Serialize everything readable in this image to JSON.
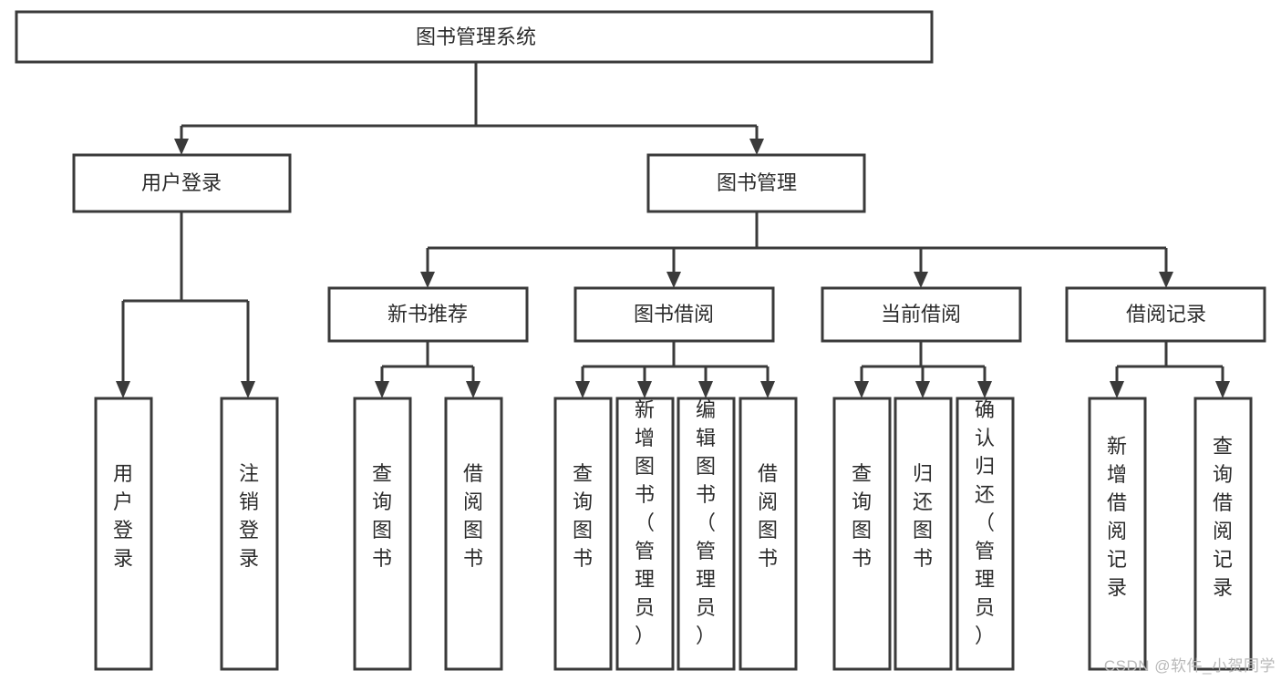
{
  "diagram": {
    "type": "tree-hierarchy-chart",
    "title": "图书管理系统",
    "watermark": "CSDN @软件_小贺同学",
    "levels": [
      {
        "level": 1,
        "nodes": [
          {
            "id": "root",
            "label": "图书管理系统",
            "orientation": "horizontal"
          }
        ]
      },
      {
        "level": 2,
        "nodes": [
          {
            "id": "user-login",
            "label": "用户登录",
            "orientation": "horizontal",
            "parent": "root"
          },
          {
            "id": "book-manage",
            "label": "图书管理",
            "orientation": "horizontal",
            "parent": "root"
          }
        ]
      },
      {
        "level": 3,
        "nodes": [
          {
            "id": "new-book-rec",
            "label": "新书推荐",
            "orientation": "horizontal",
            "parent": "book-manage"
          },
          {
            "id": "book-borrow",
            "label": "图书借阅",
            "orientation": "horizontal",
            "parent": "book-manage"
          },
          {
            "id": "current-borrow",
            "label": "当前借阅",
            "orientation": "horizontal",
            "parent": "book-manage"
          },
          {
            "id": "borrow-record",
            "label": "借阅记录",
            "orientation": "horizontal",
            "parent": "book-manage"
          }
        ]
      },
      {
        "level": 4,
        "nodes": [
          {
            "id": "leaf-user-login",
            "label": "用户登录",
            "orientation": "vertical",
            "parent": "user-login"
          },
          {
            "id": "leaf-user-logout",
            "label": "注销登录",
            "orientation": "vertical",
            "parent": "user-login"
          },
          {
            "id": "leaf-query-book-1",
            "label": "查询图书",
            "orientation": "vertical",
            "parent": "new-book-rec"
          },
          {
            "id": "leaf-borrow-book-1",
            "label": "借阅图书",
            "orientation": "vertical",
            "parent": "new-book-rec"
          },
          {
            "id": "leaf-query-book-2",
            "label": "查询图书",
            "orientation": "vertical",
            "parent": "book-borrow"
          },
          {
            "id": "leaf-add-book",
            "label": "新增图书（管理员）",
            "orientation": "vertical",
            "parent": "book-borrow"
          },
          {
            "id": "leaf-edit-book",
            "label": "编辑图书（管理员）",
            "orientation": "vertical",
            "parent": "book-borrow"
          },
          {
            "id": "leaf-borrow-book-2",
            "label": "借阅图书",
            "orientation": "vertical",
            "parent": "book-borrow"
          },
          {
            "id": "leaf-query-book-3",
            "label": "查询图书",
            "orientation": "vertical",
            "parent": "current-borrow"
          },
          {
            "id": "leaf-return-book",
            "label": "归还图书",
            "orientation": "vertical",
            "parent": "current-borrow"
          },
          {
            "id": "leaf-confirm-return",
            "label": "确认归还（管理员）",
            "orientation": "vertical",
            "parent": "current-borrow"
          },
          {
            "id": "leaf-add-record",
            "label": "新增借阅记录",
            "orientation": "vertical",
            "parent": "borrow-record"
          },
          {
            "id": "leaf-query-record",
            "label": "查询借阅记录",
            "orientation": "vertical",
            "parent": "borrow-record"
          }
        ]
      }
    ],
    "colors": {
      "box_stroke": "#3a3a3a",
      "box_fill": "#ffffff",
      "text": "#2b2b2b",
      "watermark": "#b9b9b9",
      "background": "#ffffff"
    }
  }
}
